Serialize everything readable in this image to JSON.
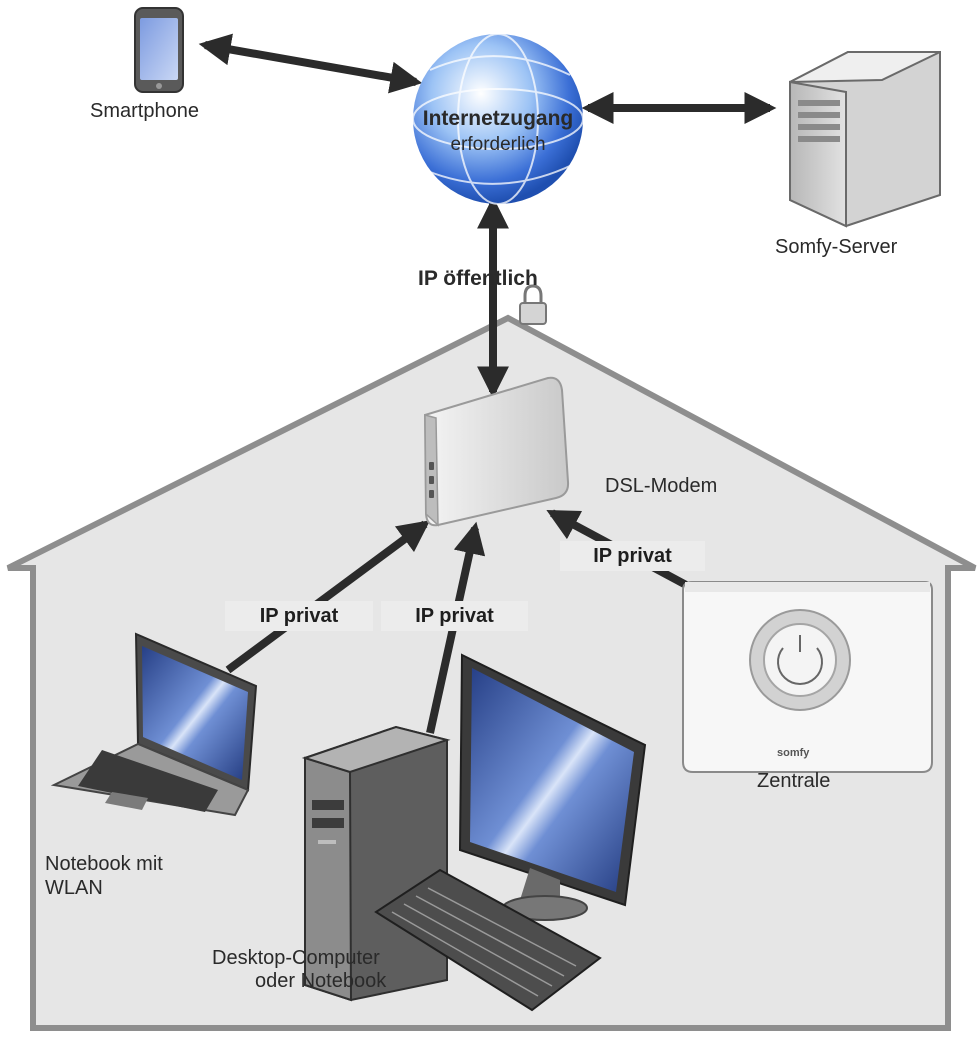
{
  "labels": {
    "smartphone": "Smartphone",
    "internet_line1": "Internetzugang",
    "internet_line2": "erforderlich",
    "somfy_server": "Somfy-Server",
    "ip_public": "IP öffentlich",
    "dsl_modem": "DSL-Modem",
    "ip_private_zentrale": "IP privat",
    "ip_private_notebook": "IP privat",
    "ip_private_desktop": "IP privat",
    "zentrale": "Zentrale",
    "somfy_logo": "somfy",
    "notebook_line1": "Notebook mit",
    "notebook_line2": "WLAN",
    "desktop_line1": "Desktop-Computer",
    "desktop_line2": "oder Notebook"
  },
  "icons": {
    "smartphone": "smartphone-icon",
    "globe": "globe-icon",
    "server": "server-tower-icon",
    "lock": "padlock-icon",
    "modem": "dsl-modem-icon",
    "zentrale": "somfy-box-icon",
    "laptop": "laptop-icon",
    "desktop": "desktop-computer-icon"
  },
  "colors": {
    "house": "#e6e6e6",
    "house_outline": "#8e8e8e",
    "arrow": "#2b2b2b",
    "screen": "#3e5aa8",
    "globe": "#4a7ee0"
  }
}
